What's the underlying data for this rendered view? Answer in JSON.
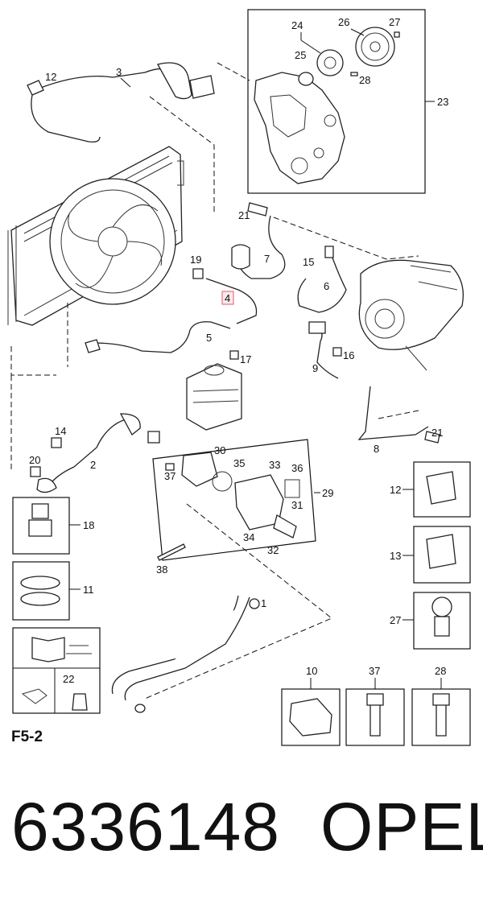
{
  "diagram": {
    "page_code": "F5-2",
    "highlighted_callout": "4",
    "callouts": {
      "c1": "1",
      "c2": "2",
      "c3": "3",
      "c4": "4",
      "c5": "5",
      "c6": "6",
      "c7": "7",
      "c8": "8",
      "c9": "9",
      "c10": "10",
      "c11": "11",
      "c12a": "12",
      "c12b": "12",
      "c13": "13",
      "c14": "14",
      "c15": "15",
      "c16": "16",
      "c17": "17",
      "c18": "18",
      "c19": "19",
      "c20": "20",
      "c21a": "21",
      "c21b": "21",
      "c22": "22",
      "c23": "23",
      "c24": "24",
      "c25": "25",
      "c26": "26",
      "c27a": "27",
      "c27b": "27",
      "c28a": "28",
      "c28b": "28",
      "c29": "29",
      "c30": "30",
      "c31": "31",
      "c32": "32",
      "c33": "33",
      "c34": "34",
      "c35": "35",
      "c36": "36",
      "c37a": "37",
      "c37b": "37",
      "c38": "38"
    }
  },
  "footer": {
    "part_number": "6336148",
    "brand": "OPEL"
  }
}
